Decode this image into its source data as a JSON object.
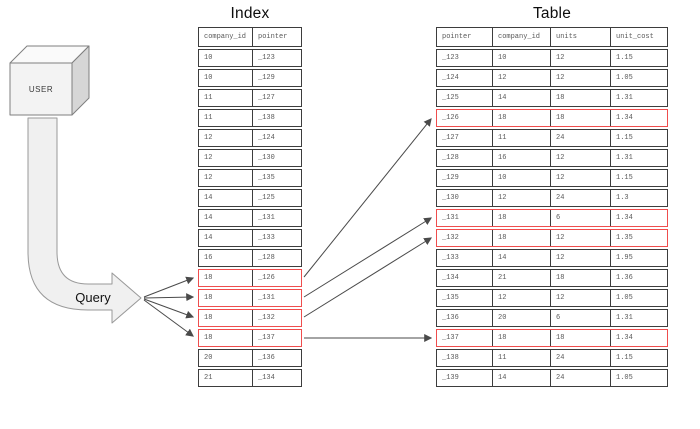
{
  "titles": {
    "index": "Index",
    "table": "Table"
  },
  "labels": {
    "user": "USER",
    "query": "Query"
  },
  "index_table": {
    "headers": [
      "company_id",
      "pointer"
    ],
    "rows": [
      [
        "10",
        "_123"
      ],
      [
        "10",
        "_129"
      ],
      [
        "11",
        "_127"
      ],
      [
        "11",
        "_138"
      ],
      [
        "12",
        "_124"
      ],
      [
        "12",
        "_130"
      ],
      [
        "12",
        "_135"
      ],
      [
        "14",
        "_125"
      ],
      [
        "14",
        "_131"
      ],
      [
        "14",
        "_133"
      ],
      [
        "16",
        "_128"
      ],
      [
        "18",
        "_126"
      ],
      [
        "18",
        "_131"
      ],
      [
        "18",
        "_132"
      ],
      [
        "18",
        "_137"
      ],
      [
        "20",
        "_136"
      ],
      [
        "21",
        "_134"
      ]
    ],
    "highlighted_rows": [
      11,
      12,
      13,
      14
    ]
  },
  "data_table": {
    "headers": [
      "pointer",
      "company_id",
      "units",
      "unit_cost"
    ],
    "rows": [
      [
        "_123",
        "10",
        "12",
        "1.15"
      ],
      [
        "_124",
        "12",
        "12",
        "1.05"
      ],
      [
        "_125",
        "14",
        "18",
        "1.31"
      ],
      [
        "_126",
        "18",
        "18",
        "1.34"
      ],
      [
        "_127",
        "11",
        "24",
        "1.15"
      ],
      [
        "_128",
        "16",
        "12",
        "1.31"
      ],
      [
        "_129",
        "10",
        "12",
        "1.15"
      ],
      [
        "_130",
        "12",
        "24",
        "1.3"
      ],
      [
        "_131",
        "18",
        "6",
        "1.34"
      ],
      [
        "_132",
        "18",
        "12",
        "1.35"
      ],
      [
        "_133",
        "14",
        "12",
        "1.95"
      ],
      [
        "_134",
        "21",
        "18",
        "1.36"
      ],
      [
        "_135",
        "12",
        "12",
        "1.05"
      ],
      [
        "_136",
        "20",
        "6",
        "1.31"
      ],
      [
        "_137",
        "18",
        "18",
        "1.34"
      ],
      [
        "_138",
        "11",
        "24",
        "1.15"
      ],
      [
        "_139",
        "14",
        "24",
        "1.05"
      ]
    ],
    "highlighted_rows": [
      3,
      8,
      9,
      14
    ]
  },
  "colors": {
    "highlight": "#ef4d4d",
    "table_border": "#3d3d3d",
    "cell_text": "#595959",
    "arrow_line": "#4a4a4a",
    "big_arrow_fill": "#f0f0f0",
    "big_arrow_stroke": "#999999"
  }
}
